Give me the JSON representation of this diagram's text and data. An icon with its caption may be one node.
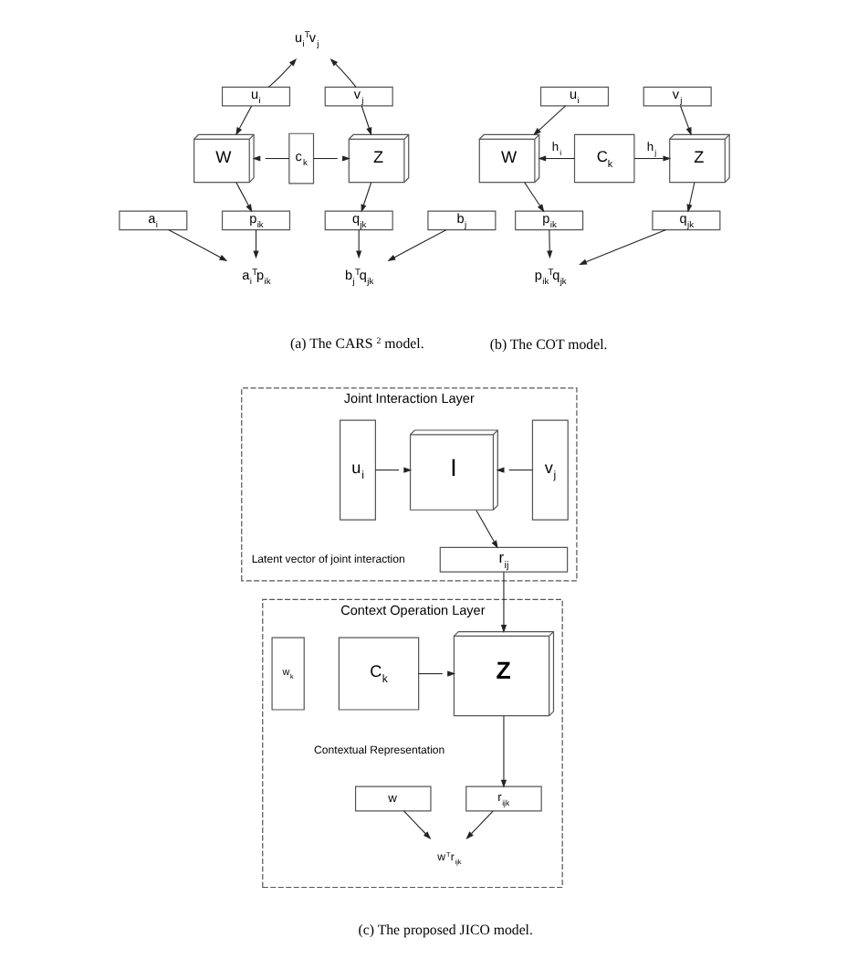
{
  "diagram": {
    "nodes": [
      {
        "text": [
          "u$_{i}$$^{T}$v$_{j}$"
        ]
      },
      {
        "text": [
          "u$_{i}$"
        ]
      },
      {
        "text": [
          "v$_{j}$"
        ]
      },
      {
        "text": [
          "W"
        ]
      },
      {
        "text": [
          "c$_{k}$"
        ]
      },
      {
        "text": [
          "Z"
        ]
      },
      {
        "text": [
          "a$_{i}$"
        ]
      },
      {
        "text": [
          "p$_{ik}$"
        ]
      },
      {
        "text": [
          "q$_{jk}$"
        ]
      },
      {
        "text": [
          "b$_{j}$"
        ]
      },
      {
        "text": [
          "a$_{i}$$^{T}$p$_{ik}$"
        ]
      },
      {
        "text": [
          "b$_{j}$$^{T}$q$_{jk}$"
        ]
      },
      {
        "text": [
          "u$_{i}$"
        ]
      },
      {
        "text": [
          "v$_{j}$"
        ]
      },
      {
        "text": [
          "W"
        ]
      },
      {
        "text": [
          "C$_{k}$"
        ]
      },
      {
        "text": [
          "Z"
        ]
      },
      {
        "text": [
          "p$_{ik}$"
        ]
      },
      {
        "text": [
          "q$_{jk}$"
        ]
      },
      {
        "text": [
          "p$_{ik}$$^{T}$q$_{jk}$"
        ]
      },
      {
        "text": [
          "Joint Interaction Layer"
        ]
      },
      {
        "text": [
          "u$_{i}$"
        ],
        "in": 20
      },
      {
        "text": [
          "I"
        ],
        "in": 20
      },
      {
        "text": [
          "v$_{j}$"
        ],
        "in": 20
      },
      {
        "text": [
          "r$_{ij}$"
        ],
        "in": 20,
        "beside": [
          "Latent vector of joint interaction"
        ]
      },
      {
        "text": [
          "Context Operation Layer"
        ]
      },
      {
        "text": [
          "w$_{k}$"
        ],
        "in": 25
      },
      {
        "text": [
          "C$_{k}$"
        ],
        "in": 25,
        "beside": [
          "Contextual Representation"
        ]
      },
      {
        "text": [
          "Z"
        ],
        "in": 25
      },
      {
        "text": [
          "w"
        ],
        "in": 25
      },
      {
        "text": [
          "r$_{ijk}$"
        ],
        "in": 25
      },
      {
        "text": [
          "w$^{T}$r$_{ijk}$"
        ],
        "in": 25
      }
    ],
    "edges": [
      {
        "from": 1,
        "to": 0,
        "arrow": "to"
      },
      {
        "from": 2,
        "to": 0,
        "arrow": "to"
      },
      {
        "from": 1,
        "to": 3,
        "arrow": "to"
      },
      {
        "from": 2,
        "to": 5,
        "arrow": "to"
      },
      {
        "from": 4,
        "to": 3,
        "arrow": "to"
      },
      {
        "from": 4,
        "to": 5,
        "arrow": "to"
      },
      {
        "from": 3,
        "to": 7,
        "arrow": "to"
      },
      {
        "from": 5,
        "to": 8,
        "arrow": "to"
      },
      {
        "from": 6,
        "to": 10,
        "arrow": "to"
      },
      {
        "from": 7,
        "to": 10,
        "arrow": "to"
      },
      {
        "from": 8,
        "to": 11,
        "arrow": "to"
      },
      {
        "from": 9,
        "to": 11,
        "arrow": "to"
      },
      {
        "from": 12,
        "to": 14,
        "arrow": "to"
      },
      {
        "from": 13,
        "to": 16,
        "arrow": "to"
      },
      {
        "from": 15,
        "to": 14,
        "arrow": "to",
        "label": "h$_{i}$"
      },
      {
        "from": 15,
        "to": 16,
        "arrow": "to",
        "label": "h$_{j}$"
      },
      {
        "from": 14,
        "to": 17,
        "arrow": "to"
      },
      {
        "from": 16,
        "to": 18,
        "arrow": "to"
      },
      {
        "from": 17,
        "to": 19,
        "arrow": "to"
      },
      {
        "from": 18,
        "to": 19,
        "arrow": "to"
      },
      {
        "from": 21,
        "to": 22,
        "arrow": "to"
      },
      {
        "from": 23,
        "to": 22,
        "arrow": "to"
      },
      {
        "from": 22,
        "to": 24,
        "arrow": "to"
      },
      {
        "from": 24,
        "to": 28,
        "arrow": "to"
      },
      {
        "from": 27,
        "to": 28,
        "arrow": "to"
      },
      {
        "from": 28,
        "to": 30,
        "arrow": "to"
      },
      {
        "from": 29,
        "to": 31,
        "arrow": "to"
      },
      {
        "from": 30,
        "to": 31,
        "arrow": "to"
      }
    ],
    "labels": [
      "(a) The CARS$^{2}$ model.",
      "(b) The COT model.",
      "(c) The proposed JICO model."
    ]
  }
}
